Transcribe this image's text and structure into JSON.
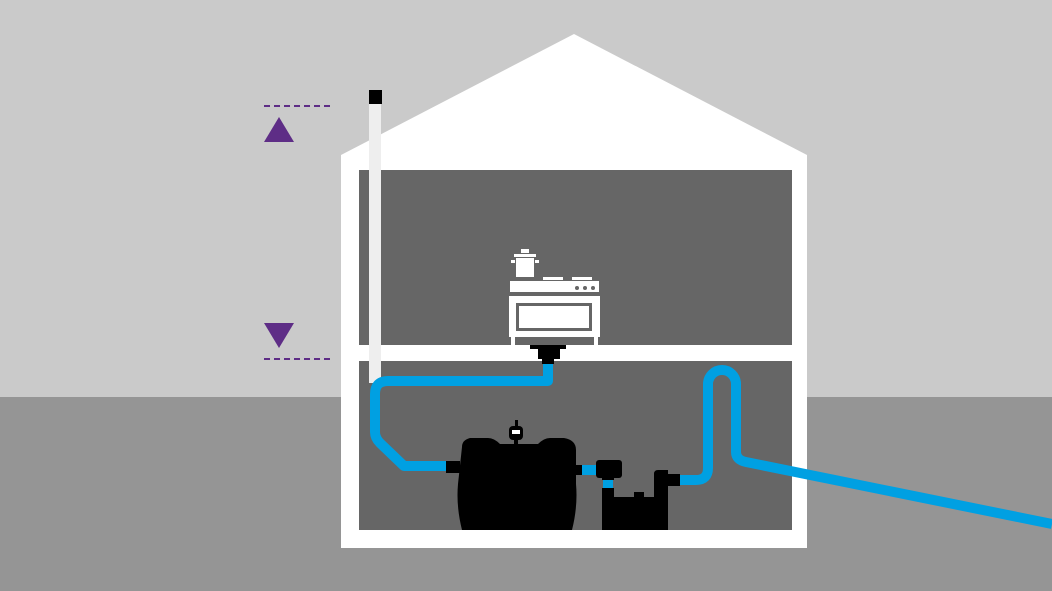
{
  "colors": {
    "sky": "#cacaca",
    "ground": "#959595",
    "house": "#ffffff",
    "room": "#666666",
    "pipe_blue": "#00a0e2",
    "equipment": "#000000",
    "marker": "#5e2d86",
    "vent_pipe": "#eeeeee"
  },
  "icons": {
    "level_up_marker": "triangle-up-icon",
    "level_down_marker": "triangle-down-icon",
    "stove": "stove-icon",
    "pot": "cooking-pot-icon"
  },
  "components": {
    "separator_tank": "grease-separator-tank",
    "pump_unit": "lifting-pump-unit",
    "vent_pipe": "vent-pipe",
    "drain_line": "drain-pipe",
    "sewer_line": "sewer-outlet-pipe"
  }
}
